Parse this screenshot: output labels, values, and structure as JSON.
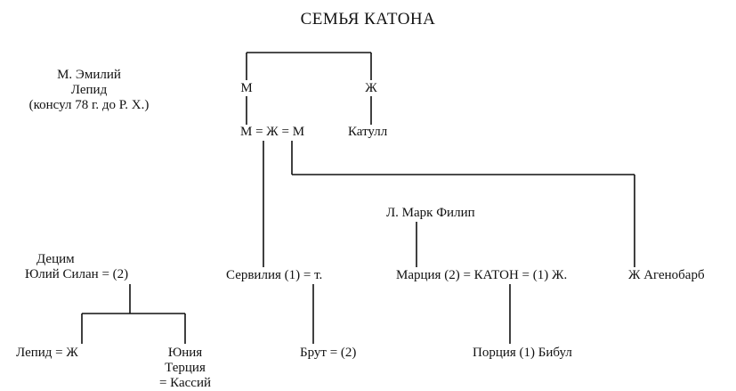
{
  "title": "СЕМЬЯ КАТОНА",
  "nodes": {
    "lepidus_elder": [
      "М. Эмилий",
      "Лепид",
      "(консул 78 г. до Р. Х.)"
    ],
    "m_top": "М",
    "zh_top": "Ж",
    "mzm": "М = Ж = М",
    "catulus": "Катулл",
    "mark_philippus": "Л. Марк Филип",
    "decimus": [
      "Децим",
      "Юлий Силан = (2)"
    ],
    "servilia": "Сервилия (1) = т.",
    "marcia_cato": "Марция (2) = КАТОН = (1) Ж.",
    "ahenobarbus": "Ж Агенобарб",
    "lepidus_young": "Лепид = Ж",
    "junia": [
      "Юния",
      "Терция",
      "= Кассий"
    ],
    "brutus": "Брут = (2)",
    "porcia": "Порция (1) Бибул"
  }
}
